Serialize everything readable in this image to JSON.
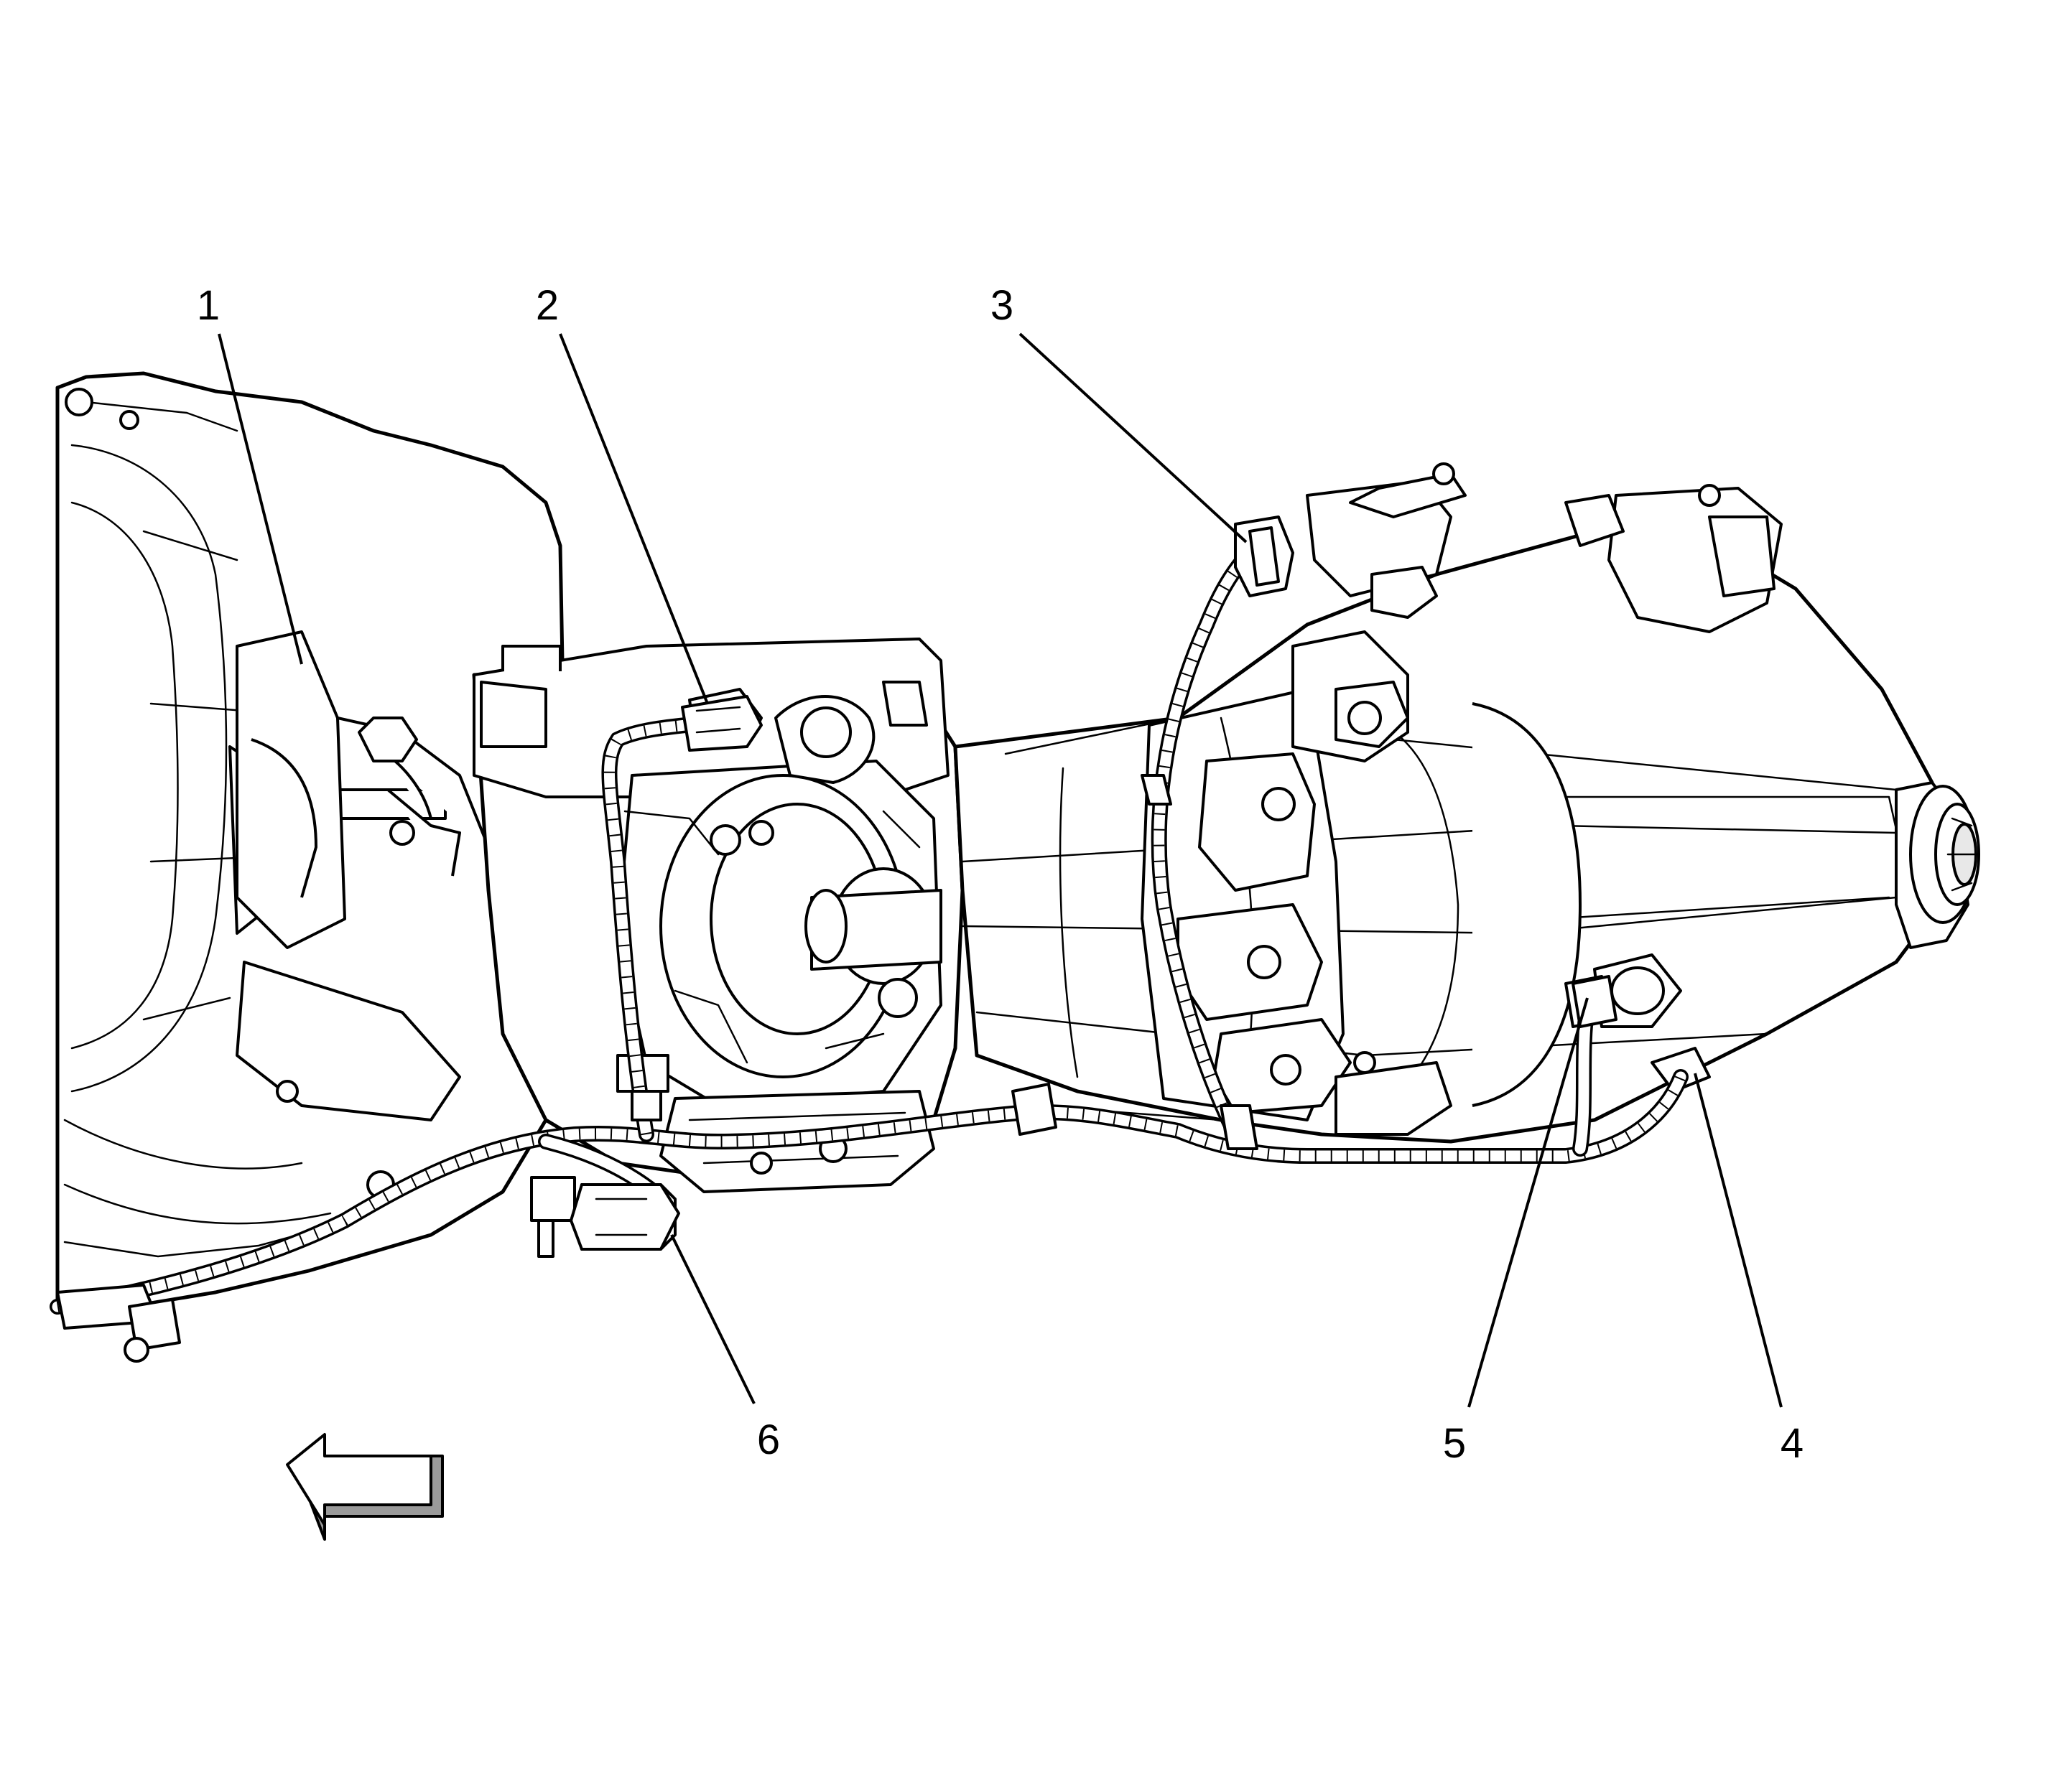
{
  "diagram": {
    "callouts": [
      {
        "id": "1",
        "label": "1"
      },
      {
        "id": "2",
        "label": "2"
      },
      {
        "id": "3",
        "label": "3"
      },
      {
        "id": "4",
        "label": "4"
      },
      {
        "id": "5",
        "label": "5"
      },
      {
        "id": "6",
        "label": "6"
      }
    ],
    "direction_arrow": "arrow-left-icon",
    "colors": {
      "line": "#000000",
      "background": "#ffffff"
    }
  }
}
